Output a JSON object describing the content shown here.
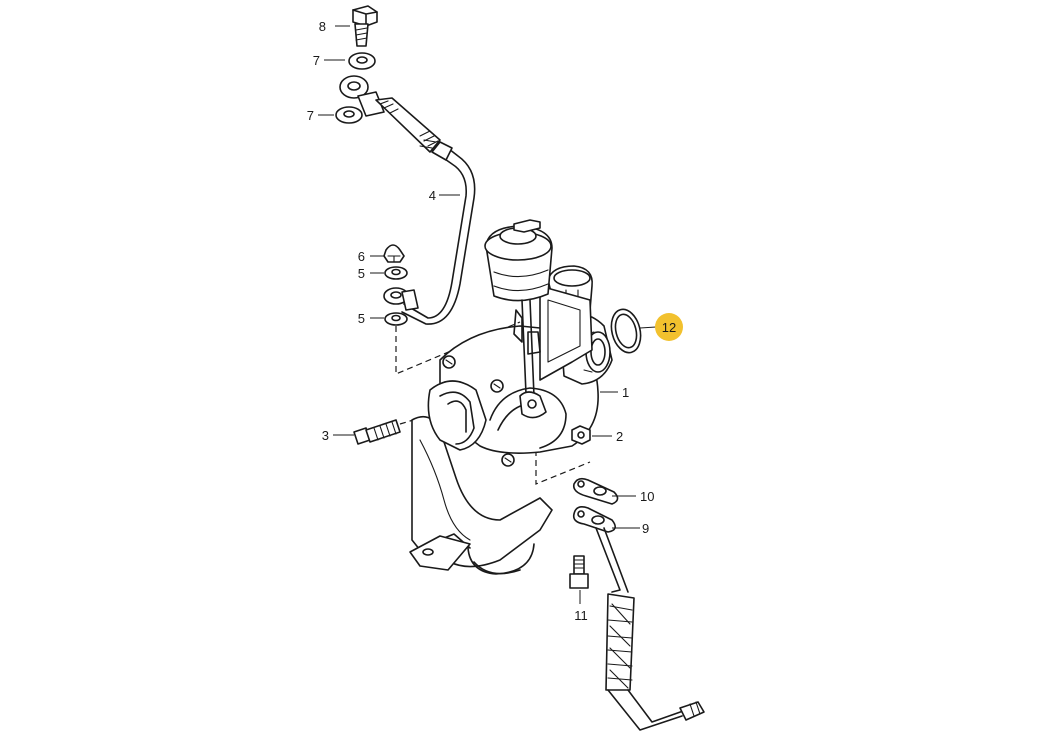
{
  "callouts": [
    {
      "id": "c8",
      "label": "8"
    },
    {
      "id": "c7a",
      "label": "7"
    },
    {
      "id": "c7b",
      "label": "7"
    },
    {
      "id": "c4",
      "label": "4"
    },
    {
      "id": "c6",
      "label": "6"
    },
    {
      "id": "c5a",
      "label": "5"
    },
    {
      "id": "c5b",
      "label": "5"
    },
    {
      "id": "c3",
      "label": "3"
    },
    {
      "id": "c12",
      "label": "12",
      "highlight": true
    },
    {
      "id": "c1",
      "label": "1"
    },
    {
      "id": "c2",
      "label": "2"
    },
    {
      "id": "c10",
      "label": "10"
    },
    {
      "id": "c9",
      "label": "9"
    },
    {
      "id": "c11",
      "label": "11"
    }
  ],
  "colors": {
    "highlight": "#f2c12e",
    "line": "#1a1a1a",
    "background": "#ffffff"
  }
}
